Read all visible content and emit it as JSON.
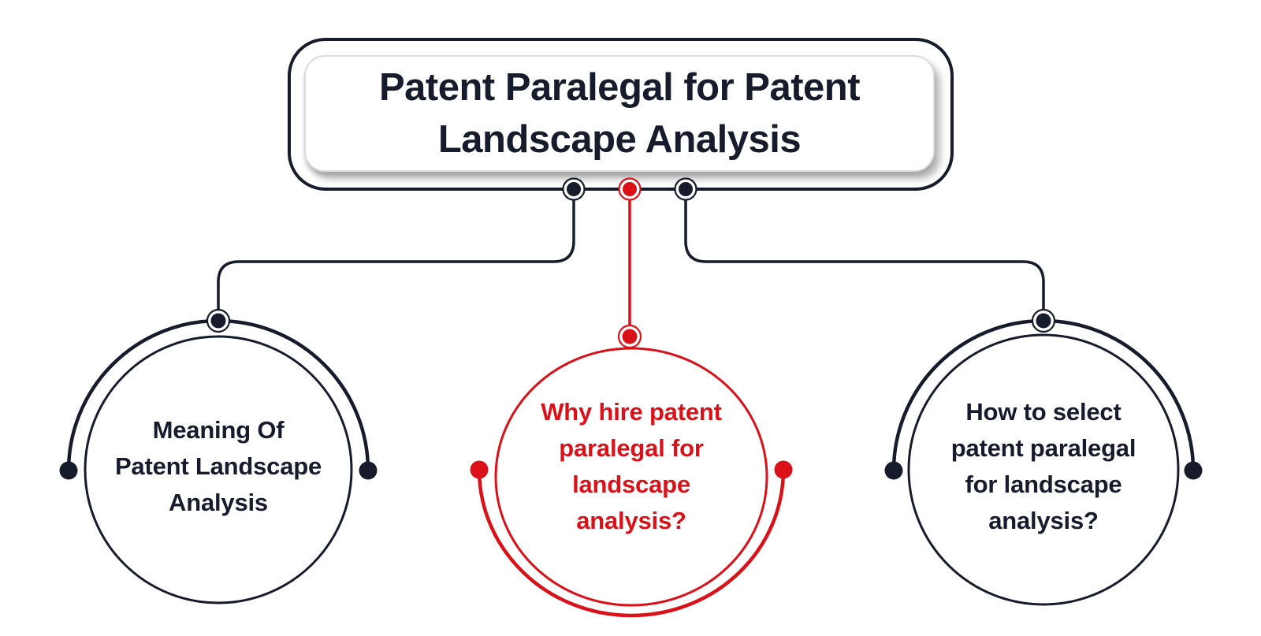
{
  "diagram": {
    "title": {
      "line1": "Patent Paralegal for Patent",
      "line2": "Landscape Analysis"
    },
    "branches": {
      "left": {
        "line1": "Meaning Of",
        "line2": "Patent Landscape",
        "line3": "Analysis"
      },
      "middle": {
        "line1": "Why hire patent",
        "line2": "paralegal for",
        "line3": "landscape",
        "line4": "analysis?"
      },
      "right": {
        "line1": "How to select",
        "line2": "patent paralegal",
        "line3": "for landscape",
        "line4": "analysis?"
      }
    },
    "colors": {
      "ink": "#171c2d",
      "accent_red": "#da1118",
      "card_border": "#dcdcdc",
      "card_shadow": "#767676",
      "background": "#ffffff"
    }
  }
}
